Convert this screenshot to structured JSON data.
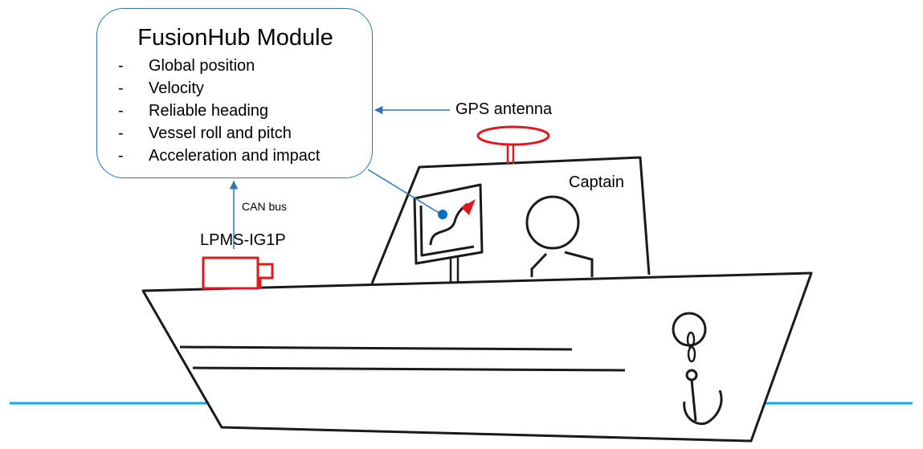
{
  "module": {
    "title": "FusionHub Module",
    "features": [
      {
        "dash": "-",
        "text": "Global position"
      },
      {
        "dash": "-",
        "text": "Velocity"
      },
      {
        "dash": "-",
        "text": "Reliable heading"
      },
      {
        "dash": "-",
        "text": "Vessel roll and pitch"
      },
      {
        "dash": "-",
        "text": "Acceleration and impact"
      }
    ]
  },
  "labels": {
    "gps_antenna": "GPS antenna",
    "captain": "Captain",
    "can_bus": "CAN bus",
    "imu_sensor": "LPMS-IG1P"
  },
  "colors": {
    "box_border": "#2e75b6",
    "connector": "#2e75b6",
    "device": "#e0191f",
    "water": "#00b0f0",
    "outline": "#1a1a1a"
  }
}
